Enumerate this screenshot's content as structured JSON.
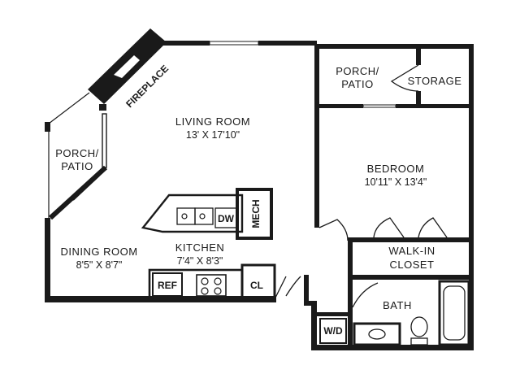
{
  "rooms": {
    "living": {
      "name": "LIVING ROOM",
      "dim": "13' X 17'10\""
    },
    "porch_left": {
      "line1": "PORCH/",
      "line2": "PATIO"
    },
    "porch_right": {
      "line1": "PORCH/",
      "line2": "PATIO"
    },
    "storage": {
      "name": "STORAGE"
    },
    "bedroom": {
      "name": "BEDROOM",
      "dim": "10'11\" X 13'4\""
    },
    "dining": {
      "name": "DINING ROOM",
      "dim": "8'5\" X 8'7\""
    },
    "kitchen": {
      "name": "KITCHEN",
      "dim": "7'4\" X 8'3\""
    },
    "closet": {
      "line1": "WALK-IN",
      "line2": "CLOSET"
    },
    "bath": {
      "name": "BATH"
    }
  },
  "fixtures": {
    "fireplace": "FIREPLACE",
    "dishwasher": "DW",
    "mech": "MECH",
    "ref": "REF",
    "closet": "CL",
    "washer_dryer": "W/D"
  },
  "colors": {
    "wall": "#1a1a1a",
    "background": "#ffffff"
  }
}
